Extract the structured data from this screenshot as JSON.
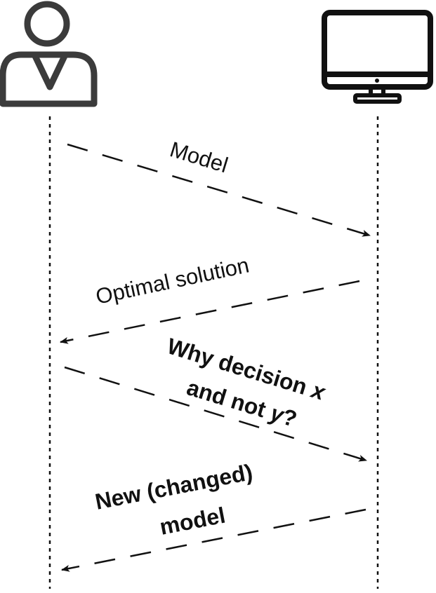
{
  "actors": [
    {
      "name": "user-icon"
    },
    {
      "name": "computer-monitor-icon"
    }
  ],
  "messages": [
    {
      "label": "Model"
    },
    {
      "label": "Optimal solution"
    },
    {
      "line1": "Why decision ",
      "var1": "x",
      "line2": "and not ",
      "var2": "y",
      "line2_end": "?"
    },
    {
      "line1": "New (changed)",
      "line2": "model"
    }
  ],
  "colors": {
    "stroke": "#111111",
    "icon": "#3b3b3b",
    "background": "#ffffff"
  }
}
